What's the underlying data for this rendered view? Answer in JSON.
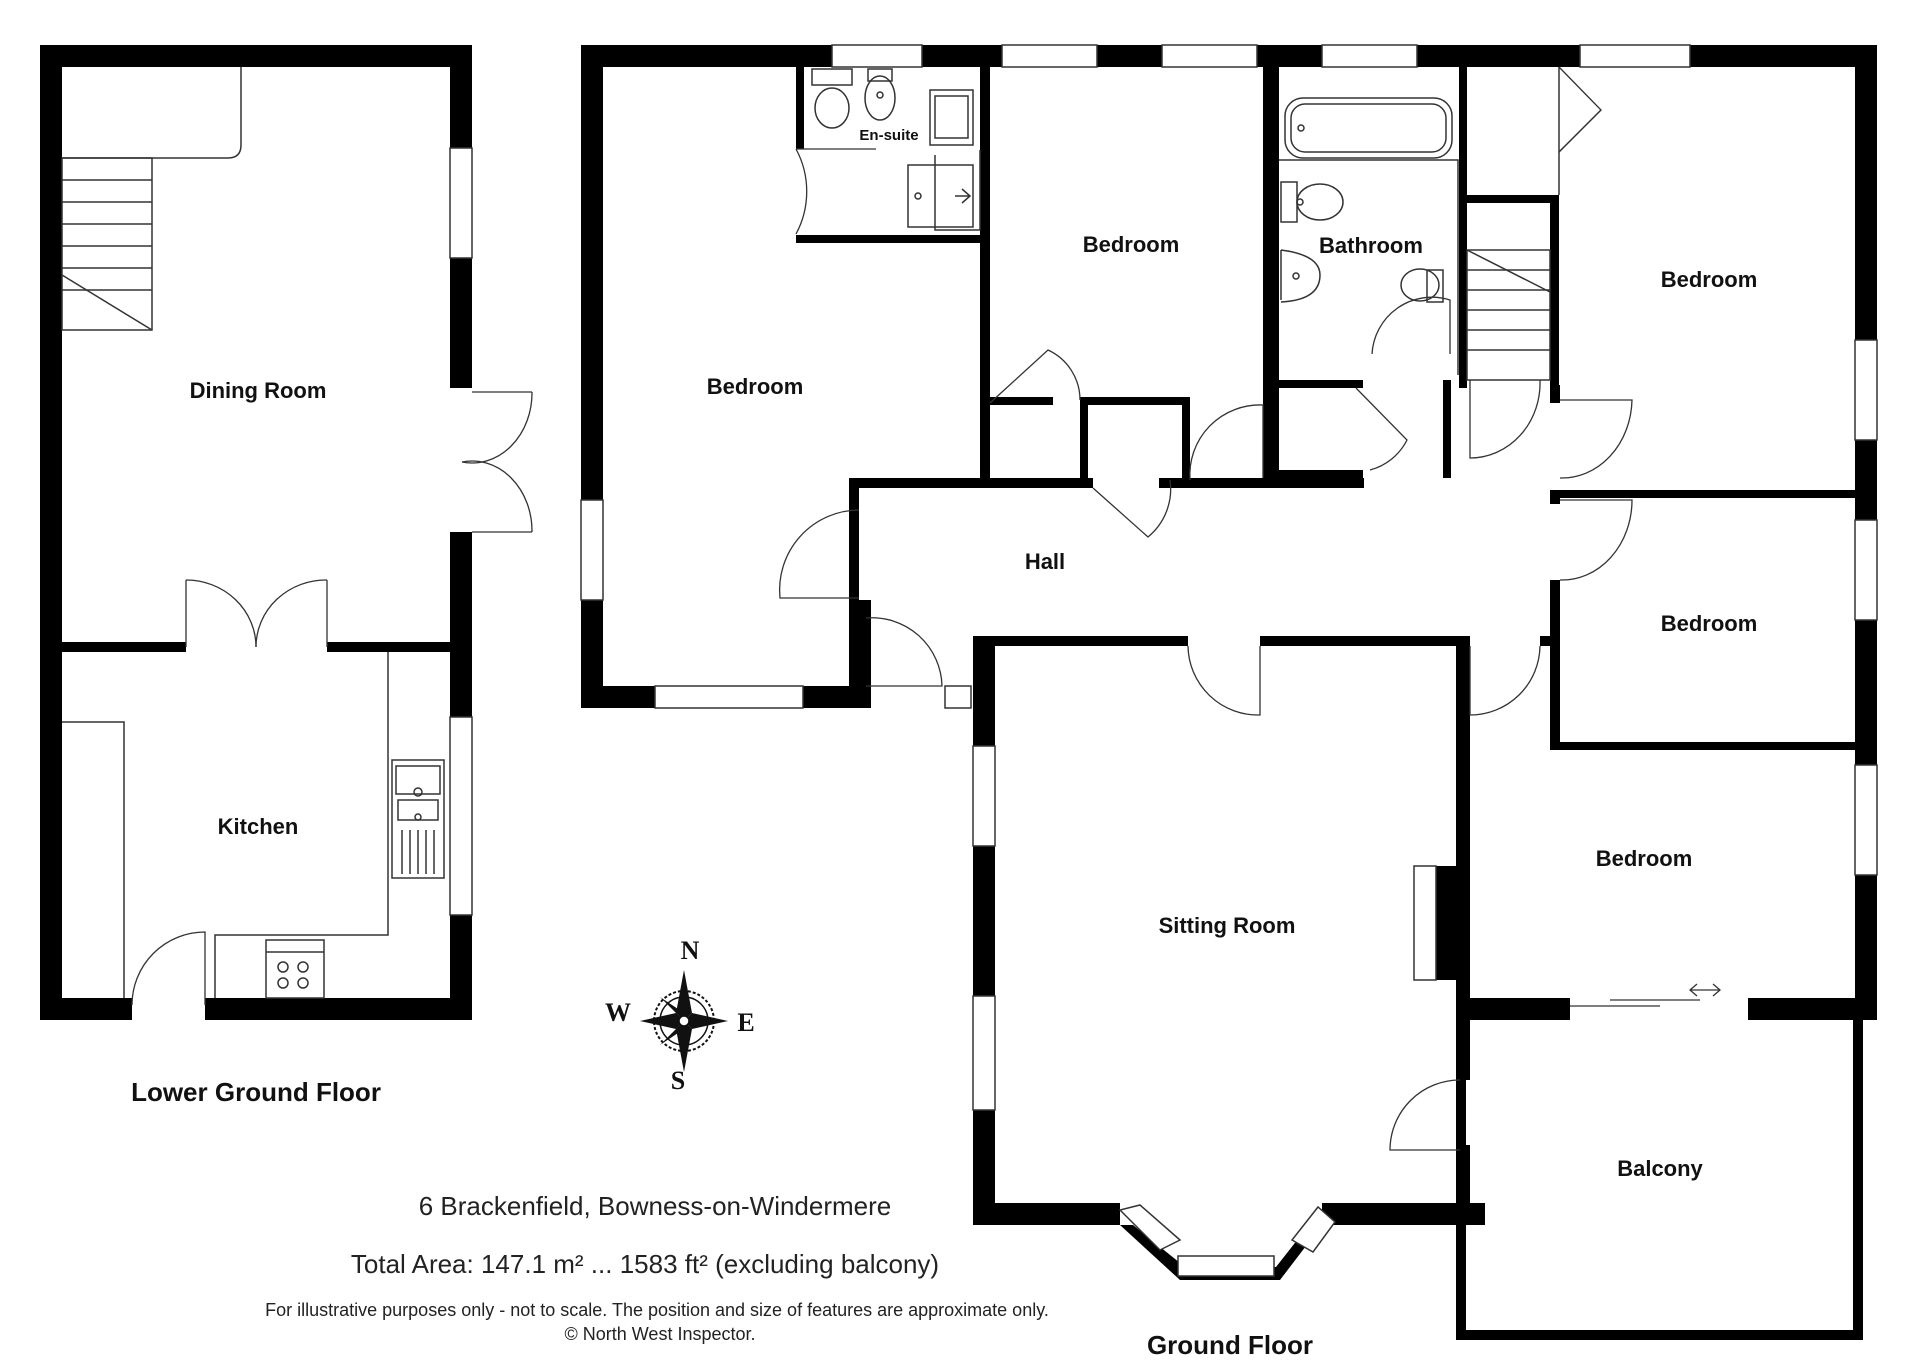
{
  "lower_ground_floor": {
    "title": "Lower Ground Floor",
    "rooms": {
      "dining_room": "Dining Room",
      "kitchen": "Kitchen"
    }
  },
  "ground_floor": {
    "title": "Ground Floor",
    "rooms": {
      "ensuite": "En-suite",
      "bedroom_1": "Bedroom",
      "bedroom_2": "Bedroom",
      "bathroom": "Bathroom",
      "bedroom_3": "Bedroom",
      "bedroom_4": "Bedroom",
      "bedroom_5": "Bedroom",
      "hall": "Hall",
      "sitting_room": "Sitting Room",
      "balcony": "Balcony"
    }
  },
  "compass": {
    "north": "N",
    "south": "S",
    "east": "E",
    "west": "W"
  },
  "info": {
    "address": "6 Brackenfield, Bowness-on-Windermere",
    "total_area": "Total Area: 147.1 m² ... 1583 ft² (excluding balcony)",
    "disclaimer": "For illustrative purposes only - not to scale. The position and size of features are approximate only.",
    "copyright": "© North West Inspector."
  },
  "colors": {
    "wall": "#000000",
    "line": "#333333",
    "background": "#ffffff"
  }
}
